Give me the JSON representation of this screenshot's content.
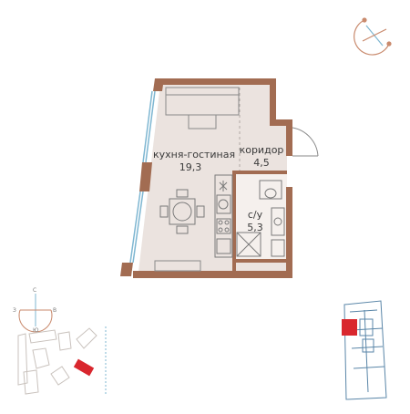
{
  "rooms": {
    "living": {
      "name": "кухня-гостиная",
      "area": "19,3"
    },
    "corridor": {
      "name": "коридор",
      "area": "4,5"
    },
    "bathroom": {
      "name": "с/у",
      "area": "5,3"
    }
  },
  "colors": {
    "wall": "#a26c52",
    "floor": "#ebe3df",
    "bath_floor": "#f5f0ed",
    "window": "#7fb7d2",
    "furniture": "#7a7a7a",
    "compass": "#c98a6d",
    "highlight": "#d9272e",
    "plan_line": "#5a86a8"
  },
  "compass_letters": {
    "north": "С",
    "east": "В",
    "south": "Ю",
    "west": "З"
  }
}
